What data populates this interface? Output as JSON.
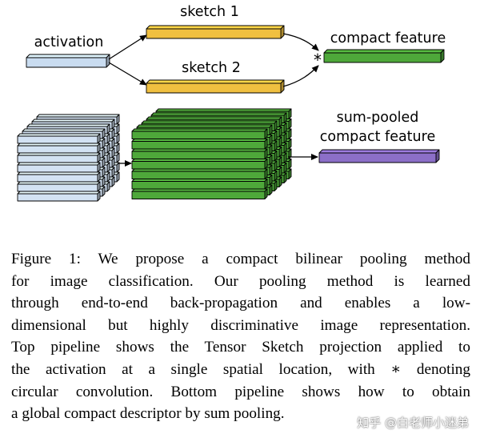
{
  "diagram": {
    "labels": {
      "activation": "activation",
      "sketch1": "sketch 1",
      "sketch2": "sketch 2",
      "compact_feature": "compact feature",
      "circ_conv": "*",
      "sum_pooled_line1": "sum-pooled",
      "sum_pooled_line2": "compact feature"
    },
    "colors": {
      "activation": "#c9dcf0",
      "sketch": "#f0c040",
      "compact_feature": "#4ea83a",
      "sum_pooled": "#8c6fc8",
      "grid_blue": "#d3e2f3",
      "grid_green": "#4ea83a"
    }
  },
  "caption": {
    "lines": [
      "Figure 1: We propose a compact bilinear pooling method",
      "for image classification. Our pooling method is learned",
      "through end-to-end back-propagation and enables a low-",
      "dimensional but highly discriminative image representation.",
      "Top pipeline shows the Tensor Sketch projection applied to",
      "the activation at a single spatial location, with ∗ denoting",
      "circular convolution. Bottom pipeline shows how to obtain",
      "a global compact descriptor by sum pooling."
    ]
  },
  "watermark": "知乎 @白老师小迷弟"
}
